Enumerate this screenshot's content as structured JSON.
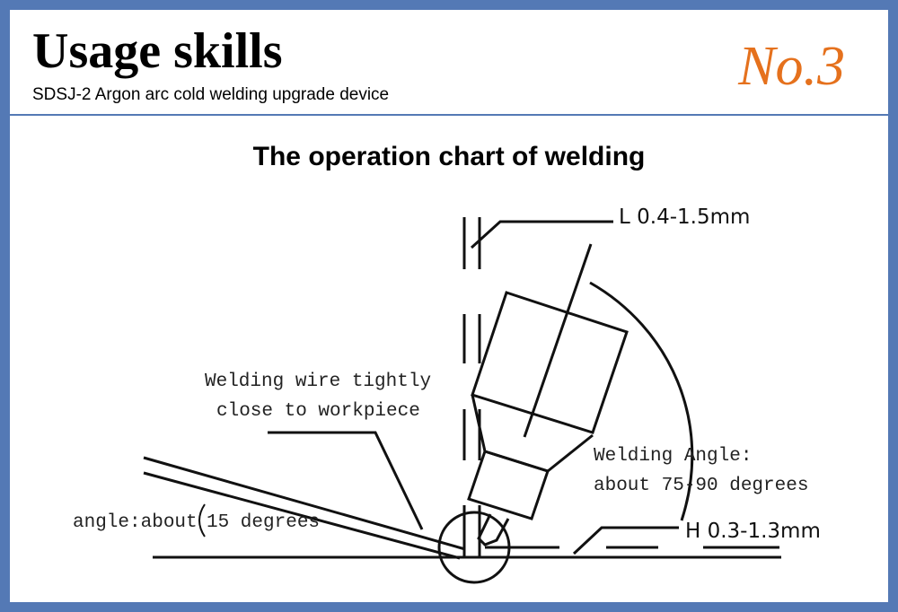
{
  "header": {
    "title": "Usage skills",
    "subtitle": "SDSJ-2 Argon arc cold welding upgrade device",
    "number": "No.3"
  },
  "diagram": {
    "title": "The operation chart of welding",
    "labels": {
      "L": "L 0.4-1.5mm",
      "H": "H 0.3-1.3mm",
      "wire_line1": "Welding wire tightly",
      "wire_line2": "close to workpiece",
      "angle_line1": "Welding Angle:",
      "angle_line2": "about 75-90 degrees",
      "wire_angle_prefix": "angle:about",
      "wire_angle_value": "15 degrees"
    }
  }
}
